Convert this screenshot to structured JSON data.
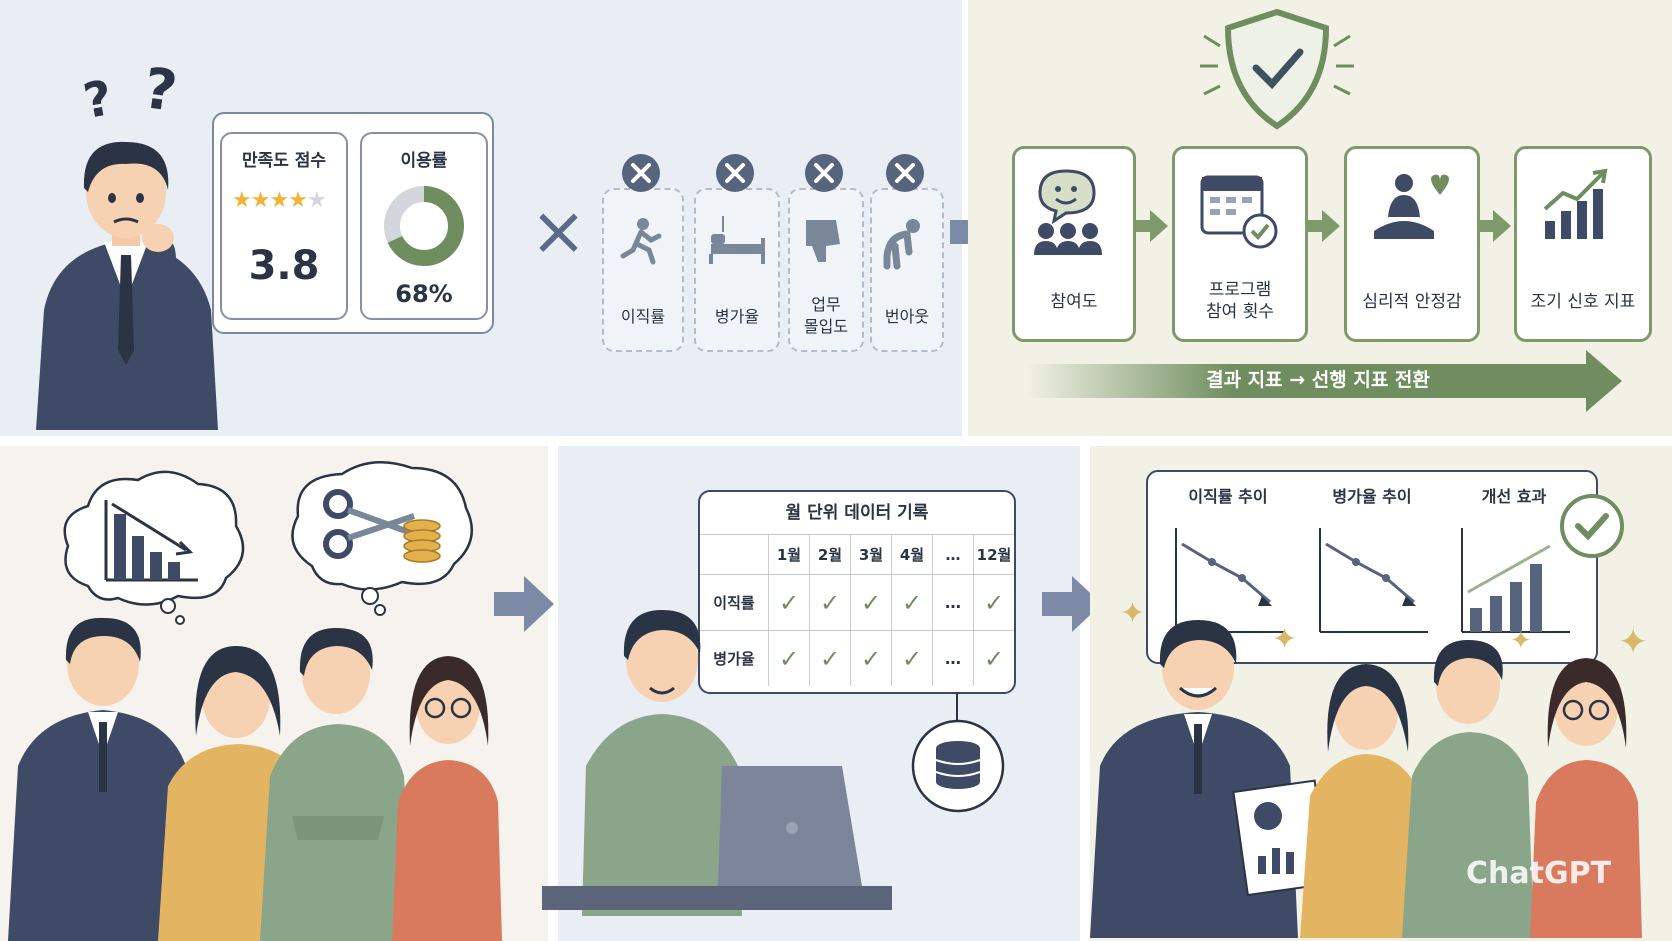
{
  "colors": {
    "navy": "#3e4a66",
    "green": "#6f8d5e",
    "panel_blue": "#e9eef5",
    "panel_cream": "#f1f1e6",
    "panel_warm": "#f6f3ee",
    "arrow_blue": "#7d8aa6"
  },
  "panel1": {
    "satisfaction_label": "만족도 점수",
    "satisfaction_score": "3.8",
    "rating_stars": 4,
    "usage_label": "이용률",
    "usage_pct": "68%",
    "usage_fraction": 0.68,
    "question_glyph": "?",
    "times_glyph": "×",
    "excluded": [
      "이직률",
      "병가율",
      "업무\n몰입도",
      "번아웃"
    ]
  },
  "panel2": {
    "steps": [
      "참여도",
      "프로그램\n참여 횟수",
      "심리적 안정감",
      "조기 신호 지표"
    ],
    "banner": "결과 지표 → 선행 지표 전환"
  },
  "panel4": {
    "table_title": "월 단위 데이터 기록",
    "months": [
      "1월",
      "2월",
      "3월",
      "4월",
      "…",
      "12월"
    ],
    "rows": [
      "이직률",
      "병가율"
    ],
    "check_glyph": "✓",
    "ellipsis": "…"
  },
  "panel5": {
    "charts": [
      "이직률 추이",
      "병가율 추이",
      "개선 효과"
    ]
  },
  "watermark": "ChatGPT"
}
